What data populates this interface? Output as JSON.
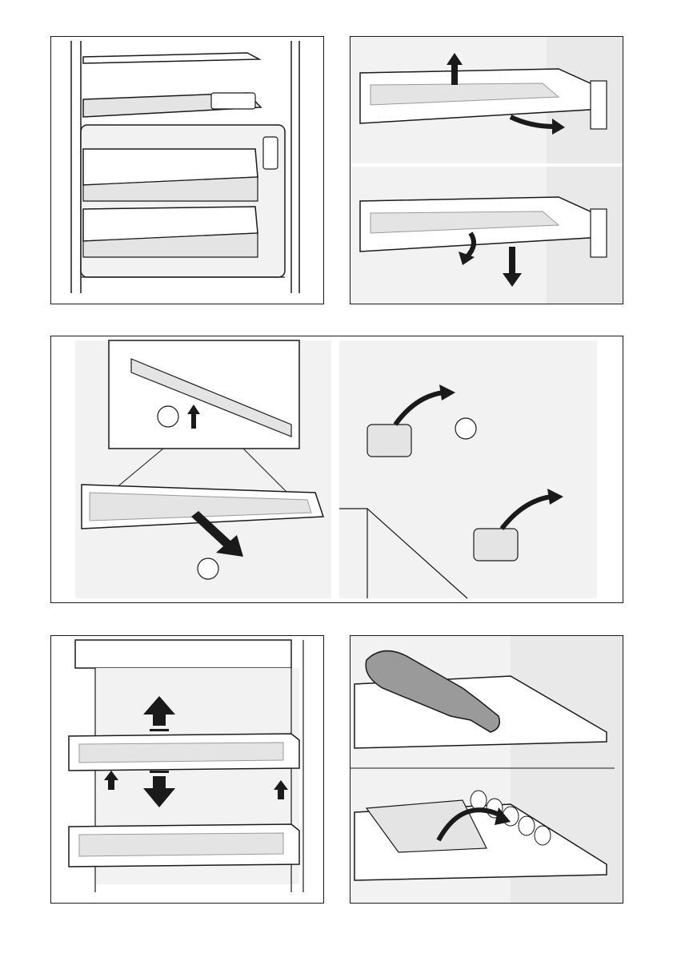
{
  "page": {
    "panels": [
      {
        "id": "fridge-interior-overview"
      },
      {
        "id": "glass-shelf-removal-sequence"
      },
      {
        "id": "shelf-clip-release"
      },
      {
        "id": "door-rack-reposition"
      },
      {
        "id": "bottle-and-egg-holder"
      }
    ]
  },
  "steps": {
    "shelf_clip": {
      "step1": "",
      "step2": "",
      "step3": ""
    }
  },
  "icons": {
    "arrow": "arrow-icon",
    "double_arrow": "double-arrow-icon"
  },
  "colors": {
    "line": "#1a1a1a",
    "wall": "#f2f2f2",
    "shade": "#e4e4e4",
    "dark_shade": "#9a9a9a"
  }
}
